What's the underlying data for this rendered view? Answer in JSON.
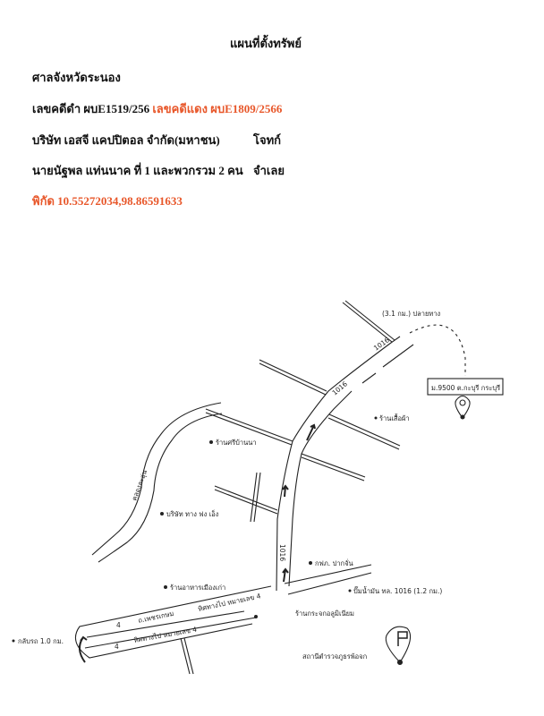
{
  "header": {
    "title": "แผนที่ตั้งทรัพย์",
    "court": "ศาลจังหวัดระนอง",
    "black_case_label": "เลขคดีดำ ผบE1519/256",
    "red_case_label": "เลขคดีแดง ผบE1809/2566",
    "plaintiff": "บริษัท เอสจี แคปปิตอล จำกัด(มหาชน)",
    "plaintiff_role": "โจทก์",
    "defendant": "นายนัฐพล แท่นนาค ที่ 1 และพวกรวม 2 คน",
    "defendant_role": "จำเลย",
    "coordinates": "พิกัด 10.55272034,98.86591633",
    "accent_color": "#e8572a"
  },
  "map": {
    "destination_distance": "(3.1 กม.) ปลายทาง",
    "property_box": "ม.9500 ต.กะบุรี กระบุรี",
    "road_1016_a": "1016",
    "road_1016_b": "1016",
    "road_1016_c": "1016",
    "shop_clothes": "ร้านเสื้อผ้า",
    "shop_sri": "ร้านศรีบ้านนา",
    "company": "บริษัท ทาง ฟง เอ็ง",
    "river": "คลองละอุ่น",
    "restaurant": "ร้านอาหารเมืองเก่า",
    "pea": "กฟภ. ปากจั่น",
    "gas_station": "ปั๊มน้ำมัน ทล. 1016 (1.2 กม.)",
    "glass_shop": "ร้านกระจกอลูมิเนียม",
    "highway": "ถ.เพชรเกษม",
    "highway_no_a": "4",
    "highway_no_b": "4",
    "direction_upper": "ทิศทางไป หมายเลข 4",
    "direction_lower": "ทิศทางไป หมายเลข 4",
    "u_turn": "กลับรถ 1.0 กม.",
    "police": "สถานีตำรวจภูธรพ้อจก"
  }
}
